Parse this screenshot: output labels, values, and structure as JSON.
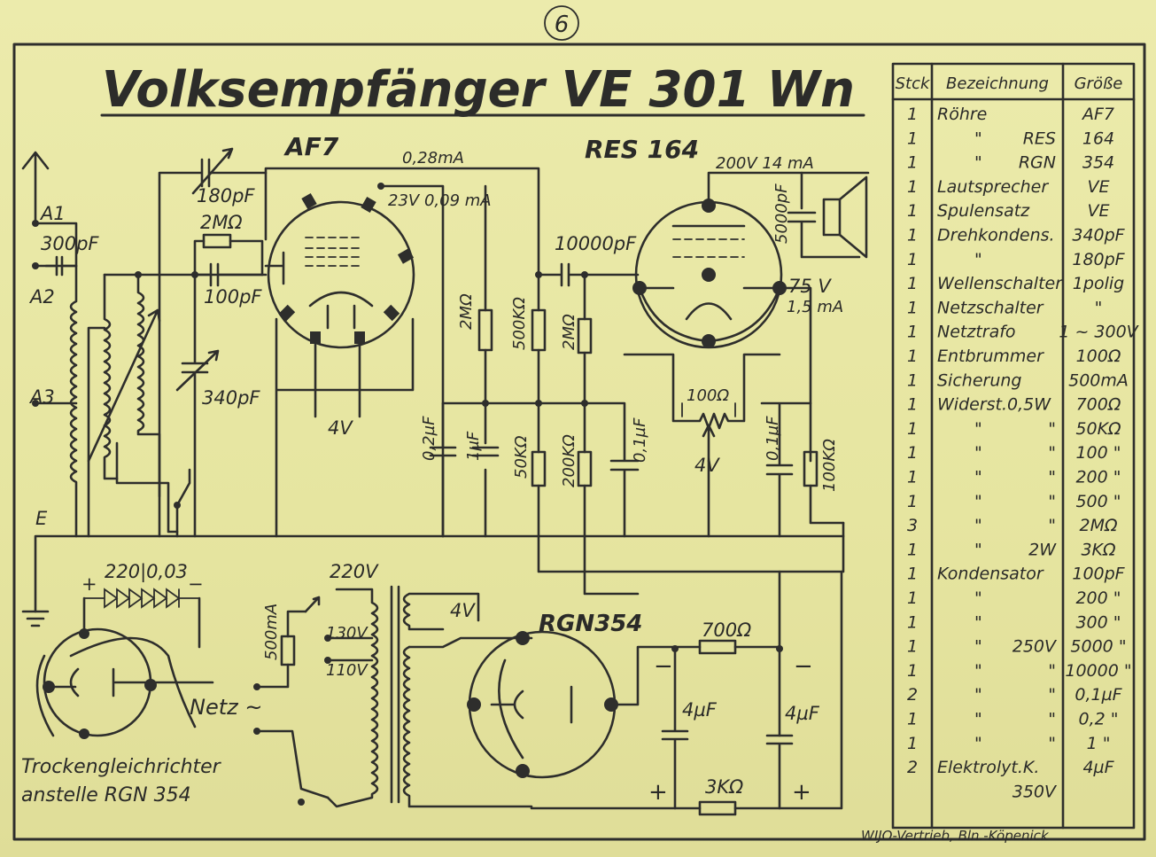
{
  "sheet_number": "6",
  "title": "Volksempfänger VE 301 Wn",
  "labels": {
    "tube1": "AF7",
    "tube2": "RES 164",
    "tube3": "RGN354",
    "c180": "180pF",
    "r2m_grid": "2MΩ",
    "c300": "300pF",
    "a1": "A1",
    "a2": "A2",
    "a3": "A3",
    "c100": "100pF",
    "c340": "340pF",
    "e": "E",
    "i028": "0,28mA",
    "v23": "23V 0,09 mA",
    "v4a": "4V",
    "r2m_a": "2MΩ",
    "r500k": "500KΩ",
    "r2m_b": "2MΩ",
    "c10000": "10000pF",
    "c02": "0,2µF",
    "c1": "1µF",
    "r50k": "50KΩ",
    "r200k": "200KΩ",
    "c01a": "0,1µF",
    "v200": "200V 14 mA",
    "c5000": "5000pF",
    "v75": "75 V",
    "i15": "1,5 mA",
    "r100": "100Ω",
    "v4b": "4V",
    "c01b": "0,1µF",
    "r100k": "100KΩ",
    "rect": "220|0,03",
    "plus": "+",
    "minus": "−",
    "t220": "220V",
    "t130": "130V",
    "t110": "110V",
    "f500": "500mA",
    "netz": "Netz ~",
    "t4v": "4V",
    "r700": "700Ω",
    "c4a": "4µF",
    "c4b": "4µF",
    "r3k": "3KΩ",
    "note1": "Trockengleichrichter",
    "note2": "anstelle  RGN 354",
    "publisher": "WIJO-Vertrieb, Bln.-Köpenick"
  },
  "parts_table": {
    "headers": [
      "Stck",
      "Bezeichnung",
      "Größe"
    ],
    "rows": [
      [
        "1",
        "Röhre",
        "",
        "AF7"
      ],
      [
        "1",
        "\"",
        "RES",
        "164"
      ],
      [
        "1",
        "\"",
        "RGN",
        "354"
      ],
      [
        "1",
        "Lautsprecher",
        "",
        "VE"
      ],
      [
        "1",
        "Spulensatz",
        "",
        "VE"
      ],
      [
        "1",
        "Drehkondens.",
        "",
        "340pF"
      ],
      [
        "1",
        "\"",
        "",
        "180pF"
      ],
      [
        "1",
        "Wellenschalter",
        "",
        "1polig"
      ],
      [
        "1",
        "Netzschalter",
        "",
        "\""
      ],
      [
        "1",
        "Netztrafo",
        "",
        "1 ~ 300V"
      ],
      [
        "1",
        "Entbrummer",
        "",
        "100Ω"
      ],
      [
        "1",
        "Sicherung",
        "",
        "500mA"
      ],
      [
        "1",
        "Widerst.0,5W",
        "",
        "700Ω"
      ],
      [
        "1",
        "\"",
        "\"",
        "50KΩ"
      ],
      [
        "1",
        "\"",
        "\"",
        "100 \""
      ],
      [
        "1",
        "\"",
        "\"",
        "200 \""
      ],
      [
        "1",
        "\"",
        "\"",
        "500 \""
      ],
      [
        "3",
        "\"",
        "\"",
        "2MΩ"
      ],
      [
        "1",
        "\"",
        "2W",
        "3KΩ"
      ],
      [
        "1",
        "Kondensator",
        "",
        "100pF"
      ],
      [
        "1",
        "\"",
        "",
        "200 \""
      ],
      [
        "1",
        "\"",
        "",
        "300 \""
      ],
      [
        "1",
        "\"",
        "250V",
        "5000 \""
      ],
      [
        "1",
        "\"",
        "\"",
        "10000 \""
      ],
      [
        "2",
        "\"",
        "\"",
        "0,1µF"
      ],
      [
        "1",
        "\"",
        "\"",
        "0,2 \""
      ],
      [
        "1",
        "\"",
        "\"",
        "1 \""
      ],
      [
        "2",
        "Elektrolyt.K.",
        "",
        "4µF"
      ],
      [
        "",
        "",
        "350V",
        ""
      ]
    ]
  }
}
